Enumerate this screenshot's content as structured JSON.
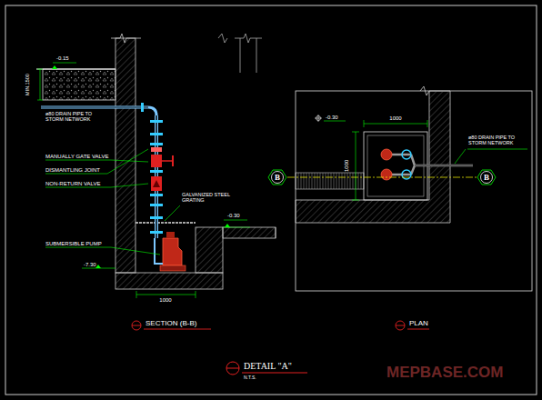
{
  "diagram": {
    "title": "DETAIL \"A\"",
    "nodes": [
      {
        "text": [
          "B"
        ]
      },
      {
        "text": [
          "B"
        ]
      }
    ],
    "edges": [
      {
        "from": 0,
        "to": 1,
        "arrow": "none"
      }
    ],
    "labels": [
      "-0.15",
      "MIN.1500",
      "ø80 DRAIN PIPE TO STORM NETWORK",
      "MANUALLY GATE VALVE",
      "DISMANTLING JOINT",
      "NON-RETURN VALVE",
      "GALVANIZED STEEL GRATING",
      "-0.30",
      "SUBMERSIBLE PUMP",
      "-7.30",
      "1000",
      "SECTION (B-B)",
      "-0.30",
      "1000",
      "1000",
      "ø80 DRAIN PIPE TO STORM NETWORK",
      "PLAN",
      "N.T.S.",
      "MEPBASE.COM"
    ]
  }
}
